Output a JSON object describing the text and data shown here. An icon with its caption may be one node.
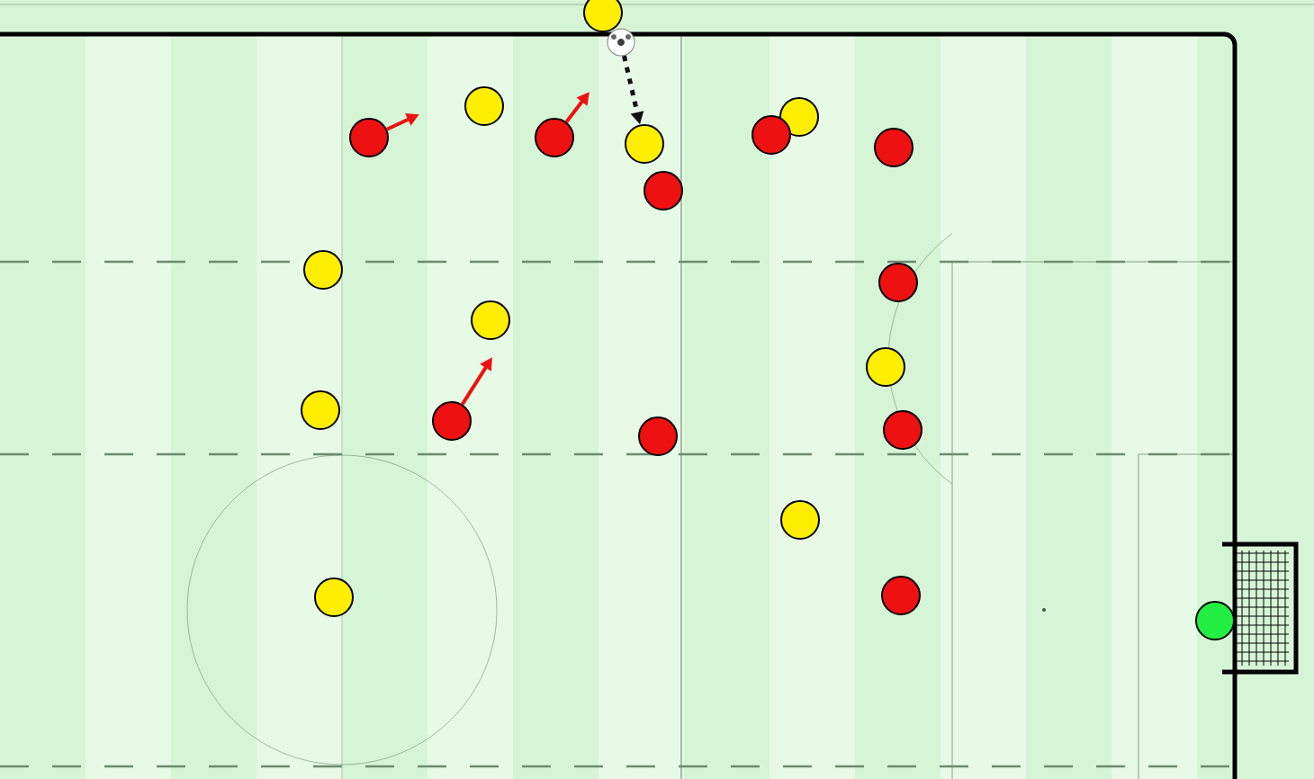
{
  "diagram": {
    "nodes": [
      {
        "text": [],
        "shape": "circle"
      },
      {
        "text": [],
        "shape": "circle"
      },
      {
        "text": [],
        "shape": "circle"
      },
      {
        "text": [],
        "shape": "circle"
      },
      {
        "text": [],
        "shape": "circle"
      },
      {
        "text": [],
        "shape": "circle"
      },
      {
        "text": [],
        "shape": "circle"
      },
      {
        "text": [],
        "shape": "circle"
      },
      {
        "text": [],
        "shape": "circle"
      },
      {
        "text": [],
        "shape": "circle"
      },
      {
        "text": [],
        "shape": "circle"
      },
      {
        "text": [],
        "shape": "circle"
      },
      {
        "text": [],
        "shape": "circle"
      },
      {
        "text": [],
        "shape": "circle"
      },
      {
        "text": [],
        "shape": "circle"
      },
      {
        "text": [],
        "shape": "circle"
      },
      {
        "text": [],
        "shape": "circle"
      },
      {
        "text": [],
        "shape": "circle"
      },
      {
        "text": [],
        "shape": "circle"
      },
      {
        "text": [],
        "shape": "circle"
      },
      {
        "text": [],
        "shape": "circle"
      },
      {
        "text": [],
        "shape": "circle"
      }
    ],
    "edges": [
      {
        "from": 1,
        "to": 7,
        "arrow": "to",
        "style": "dashed",
        "color": "#111111"
      },
      {
        "from": 4,
        "to": null,
        "arrow": "to"
      },
      {
        "from": 5,
        "to": null,
        "arrow": "to"
      },
      {
        "from": 15,
        "to": null,
        "arrow": "to"
      }
    ]
  }
}
